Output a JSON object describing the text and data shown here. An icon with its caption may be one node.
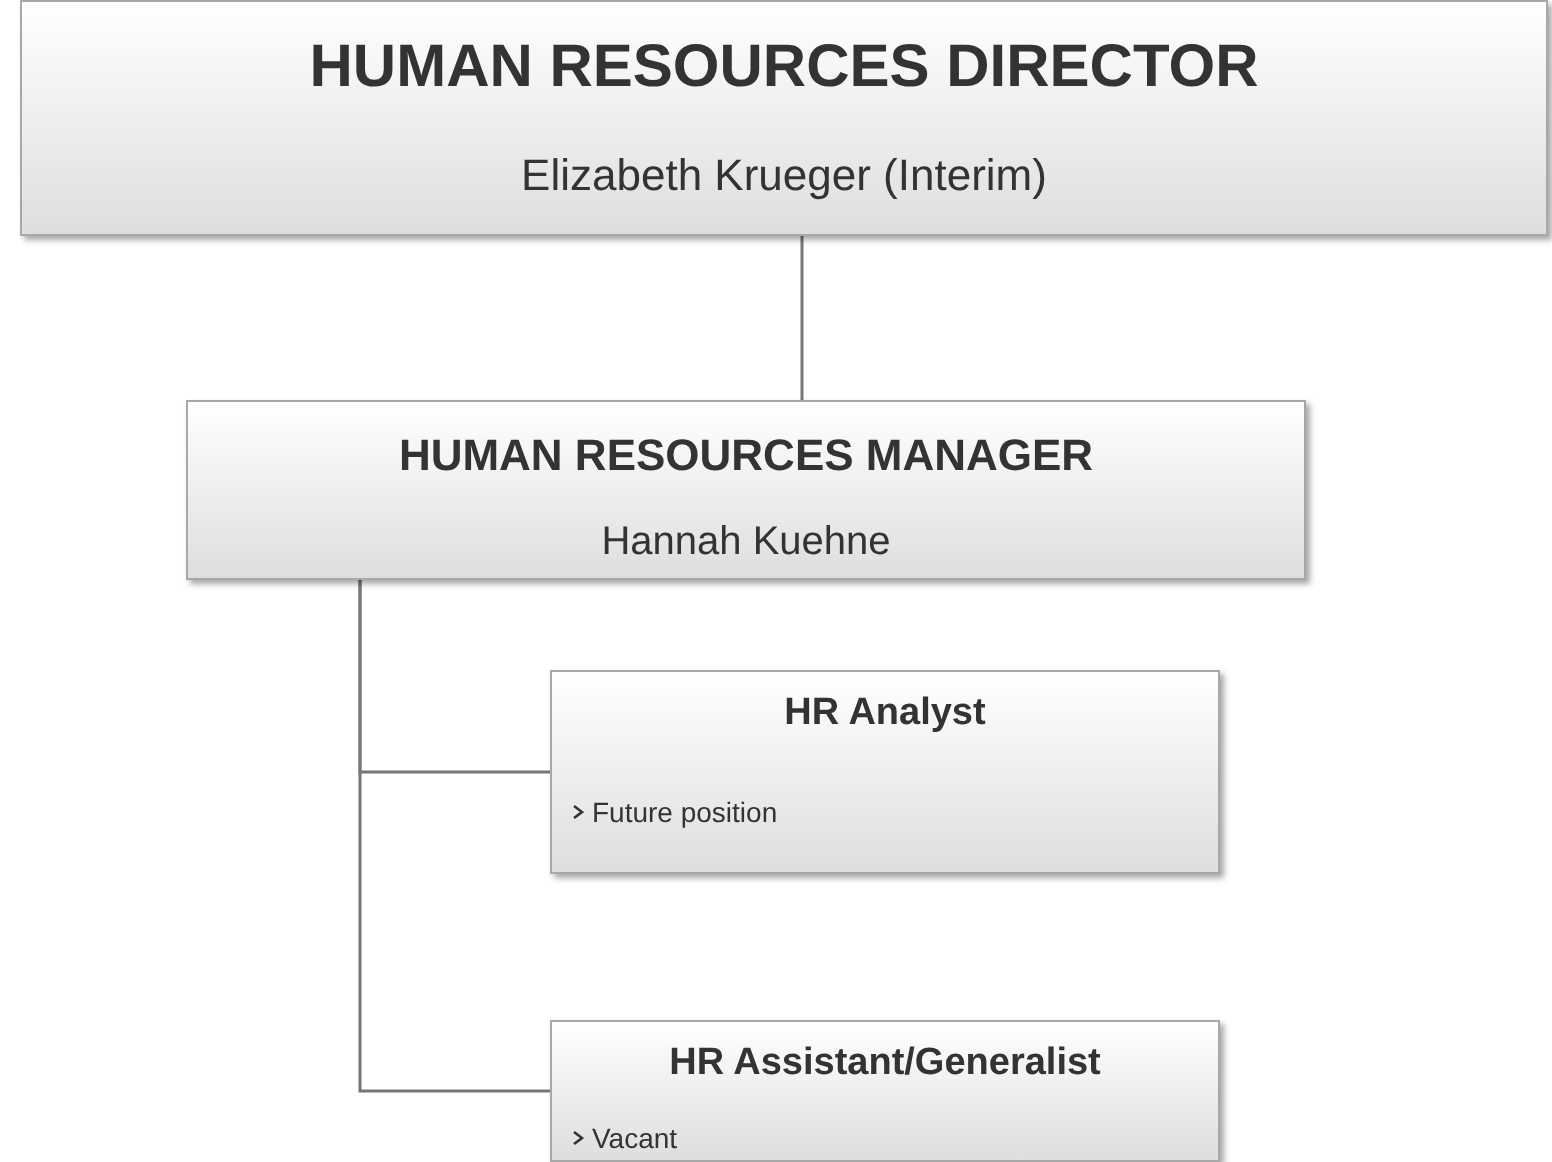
{
  "diagram": {
    "nodes": [
      {
        "text": [
          "HUMAN RESOURCES DIRECTOR",
          "Elizabeth Krueger (Interim)"
        ]
      },
      {
        "text": [
          "HUMAN RESOURCES MANAGER",
          "Hannah Kuehne"
        ]
      },
      {
        "text": [
          "HR Analyst",
          "Future position"
        ]
      },
      {
        "text": [
          "HR Assistant/Generalist",
          "Vacant"
        ]
      }
    ],
    "edges": [
      {
        "from": 0,
        "to": 1,
        "arrow": "none"
      },
      {
        "from": 1,
        "to": 2,
        "arrow": "none"
      },
      {
        "from": 1,
        "to": 3,
        "arrow": "none"
      }
    ]
  }
}
